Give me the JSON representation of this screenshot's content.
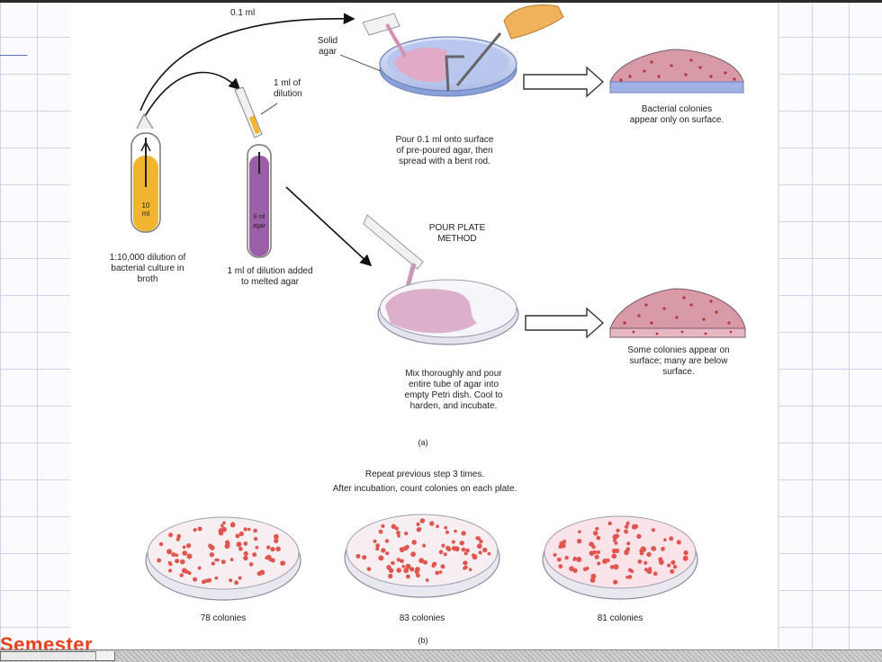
{
  "labels": {
    "top_volume": "0.1 ml",
    "solid_agar": [
      "Solid",
      "agar"
    ],
    "one_ml_of_dilution": [
      "1 ml of",
      "dilution"
    ],
    "tube_a_volume": [
      "10",
      "ml"
    ],
    "tube_b_volume": [
      "9 ml",
      "agar"
    ],
    "tube_a_caption": [
      "1:10,000 dilution of",
      "bacterial culture in",
      "broth"
    ],
    "tube_b_caption": [
      "1 ml of dilution added",
      "to melted agar"
    ],
    "spread_step": [
      "Pour 0.1 ml onto surface",
      "of pre-poured agar, then",
      "spread with a bent rod."
    ],
    "spread_result": [
      "Bacterial colonies",
      "appear only on surface."
    ],
    "pour_plate_title": [
      "POUR PLATE",
      "METHOD"
    ],
    "pour_step": [
      "Mix thoroughly and pour",
      "entire tube of agar into",
      "empty Petri dish. Cool to",
      "harden, and incubate."
    ],
    "pour_result": [
      "Some colonies appear on",
      "surface; many are below",
      "surface."
    ],
    "panel_a": "(a)",
    "repeat_instructions": [
      "Repeat previous step 3 times.",
      "After incubation, count colonies on each plate."
    ],
    "plate_counts": [
      "78 colonies",
      "83 colonies",
      "81 colonies"
    ],
    "panel_b": "(b)"
  },
  "colors": {
    "broth": "#f2b530",
    "agar_tube": "#9a5fa7",
    "colony": "#e0564f",
    "agar_dish": "#f4d3d3",
    "dish_blue": "#9fb2e3"
  },
  "footer": {
    "semester_text": "Semester"
  }
}
